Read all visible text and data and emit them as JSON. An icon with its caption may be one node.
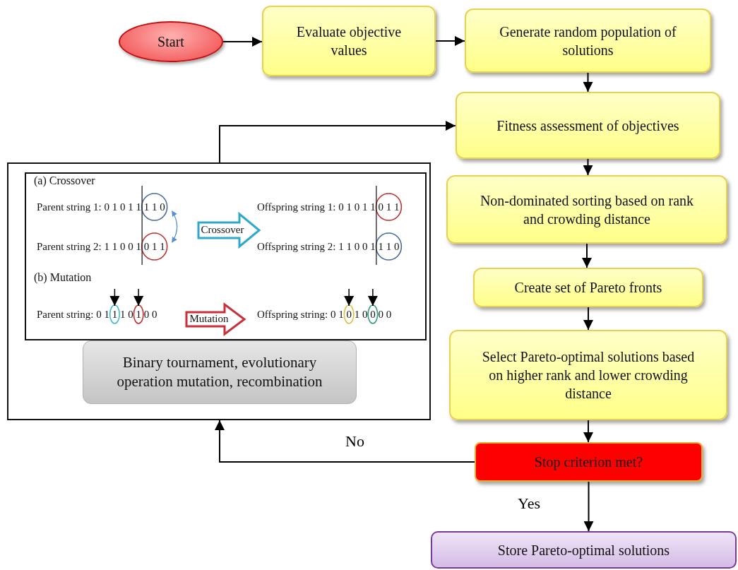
{
  "diagram": {
    "nodes": [
      {
        "text": [
          "Start"
        ]
      },
      {
        "text": [
          "Evaluate objective values"
        ]
      },
      {
        "text": [
          "Generate random population of solutions"
        ]
      },
      {
        "text": [
          "Fitness assessment of objectives"
        ]
      },
      {
        "text": [
          "Non-dominated sorting based on rank and crowding distance"
        ]
      },
      {
        "text": [
          "Create set of Pareto fronts"
        ]
      },
      {
        "text": [
          "Select Pareto-optimal solutions based on higher rank and lower crowding distance"
        ]
      },
      {
        "text": [
          "Stop criterion met?"
        ]
      },
      {
        "text": [
          "Store Pareto-optimal solutions"
        ]
      },
      {
        "text": [],
        "shape": "box"
      },
      {
        "text": [],
        "shape": "box",
        "in": 9
      },
      {
        "text": [
          "Crossover"
        ],
        "in": 10
      },
      {
        "text": [
          "Mutation"
        ],
        "in": 10
      },
      {
        "text": [
          "Binary tournament, evolutionary operation mutation, recombination"
        ],
        "in": 9
      }
    ],
    "edges": [
      {
        "from": 0,
        "to": 1,
        "arrow": "to"
      },
      {
        "from": 1,
        "to": 2,
        "arrow": "to"
      },
      {
        "from": 2,
        "to": 3,
        "arrow": "to"
      },
      {
        "from": 3,
        "to": 4,
        "arrow": "to"
      },
      {
        "from": 4,
        "to": 5,
        "arrow": "to"
      },
      {
        "from": 5,
        "to": 6,
        "arrow": "to"
      },
      {
        "from": 6,
        "to": 7,
        "arrow": "to"
      },
      {
        "from": 7,
        "to": 8,
        "label": "Yes",
        "arrow": "to"
      },
      {
        "from": 7,
        "to": 9,
        "label": "No",
        "arrow": "to"
      },
      {
        "from": 9,
        "to": 3,
        "arrow": "to"
      }
    ],
    "labels": [
      "(a) Crossover",
      "Parent string 1: 0 1 0 1 1 1 1 0",
      "Offspring string 1: 0 1 0 1 1 0 1 1",
      "Parent string 2: 1 1 0 0 1 0 1 1",
      "Offspring string 2: 1 1 0 0 1 1 1 0",
      "(b) Mutation",
      "Parent string: 0 1 1 1 0 1 0 0",
      "Offspring string: 0 1 0 1 0 0 0 0"
    ]
  }
}
